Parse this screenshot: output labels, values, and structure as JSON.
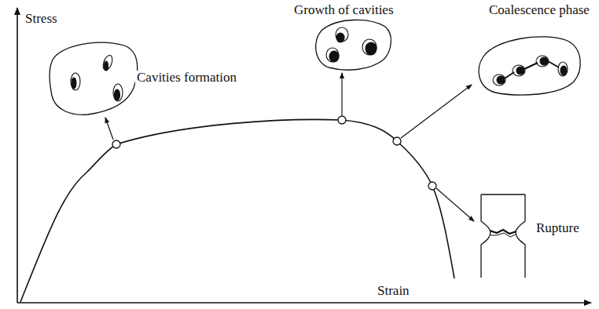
{
  "diagram": {
    "labels": [
      "Stress",
      "Strain",
      "Cavities formation",
      "Growth of cavities",
      "Coalescence phase",
      "Rupture"
    ]
  }
}
